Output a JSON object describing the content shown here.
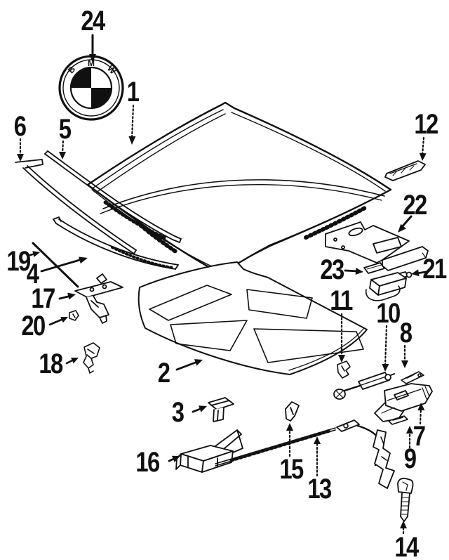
{
  "page": {
    "kind": "exploded-parts-diagram",
    "background_color": "#ffffff",
    "ink_color": "#101010"
  },
  "emblem": {
    "letters": [
      "B",
      "M",
      "W"
    ]
  },
  "callouts": [
    {
      "number": "24"
    },
    {
      "number": "1"
    },
    {
      "number": "6"
    },
    {
      "number": "5"
    },
    {
      "number": "12"
    },
    {
      "number": "22"
    },
    {
      "number": "19"
    },
    {
      "number": "4"
    },
    {
      "number": "17"
    },
    {
      "number": "20"
    },
    {
      "number": "18"
    },
    {
      "number": "2"
    },
    {
      "number": "3"
    },
    {
      "number": "16"
    },
    {
      "number": "13"
    },
    {
      "number": "15"
    },
    {
      "number": "23"
    },
    {
      "number": "21"
    },
    {
      "number": "11"
    },
    {
      "number": "10"
    },
    {
      "number": "8"
    },
    {
      "number": "7"
    },
    {
      "number": "9"
    },
    {
      "number": "14"
    }
  ]
}
